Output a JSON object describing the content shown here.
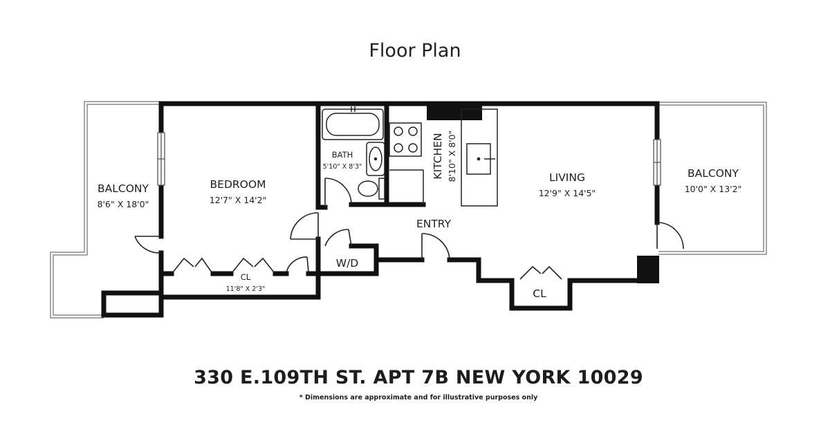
{
  "title": "Floor Plan",
  "address": "330 E.109TH ST. APT 7B NEW YORK 10029",
  "disclaimer": "* Dimensions are approximate and for illustrative purposes only",
  "rooms": {
    "balcony_left": {
      "name": "BALCONY",
      "dims": "8'6\" X 18'0\""
    },
    "bedroom": {
      "name": "BEDROOM",
      "dims": "12'7\" X 14'2\""
    },
    "closet_bedroom": {
      "name": "CL",
      "dims": "11'8\" X 2'3\""
    },
    "bath": {
      "name": "BATH",
      "dims": "5'10\" X 8'3\""
    },
    "kitchen": {
      "name": "KITCHEN",
      "dims": "8'10\" X 8'0\""
    },
    "living": {
      "name": "LIVING",
      "dims": "12'9\" X 14'5\""
    },
    "balcony_right": {
      "name": "BALCONY",
      "dims": "10'0\" X 13'2\""
    },
    "entry": {
      "name": "ENTRY"
    },
    "wd": {
      "name": "W/D"
    },
    "closet_living": {
      "name": "CL"
    }
  }
}
